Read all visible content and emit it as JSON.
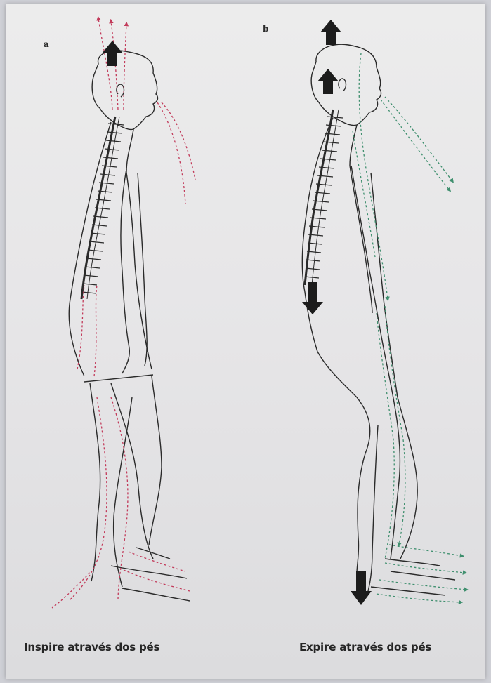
{
  "panels": [
    {
      "marker": "a",
      "caption": "Inspire através dos pés",
      "flow_color": "#c23a5a",
      "flow_direction": "up",
      "arrow_color": "#1c1c1c"
    },
    {
      "marker": "b",
      "caption": "Expire através dos pés",
      "flow_color": "#3f8f6e",
      "flow_direction": "down",
      "arrow_color": "#1c1c1c"
    }
  ],
  "colors": {
    "outline": "#2a2a2a",
    "paper": "#e9e8ea",
    "background": "#cfd0d6"
  },
  "icons": [
    "up-arrow-icon",
    "down-arrow-icon"
  ]
}
